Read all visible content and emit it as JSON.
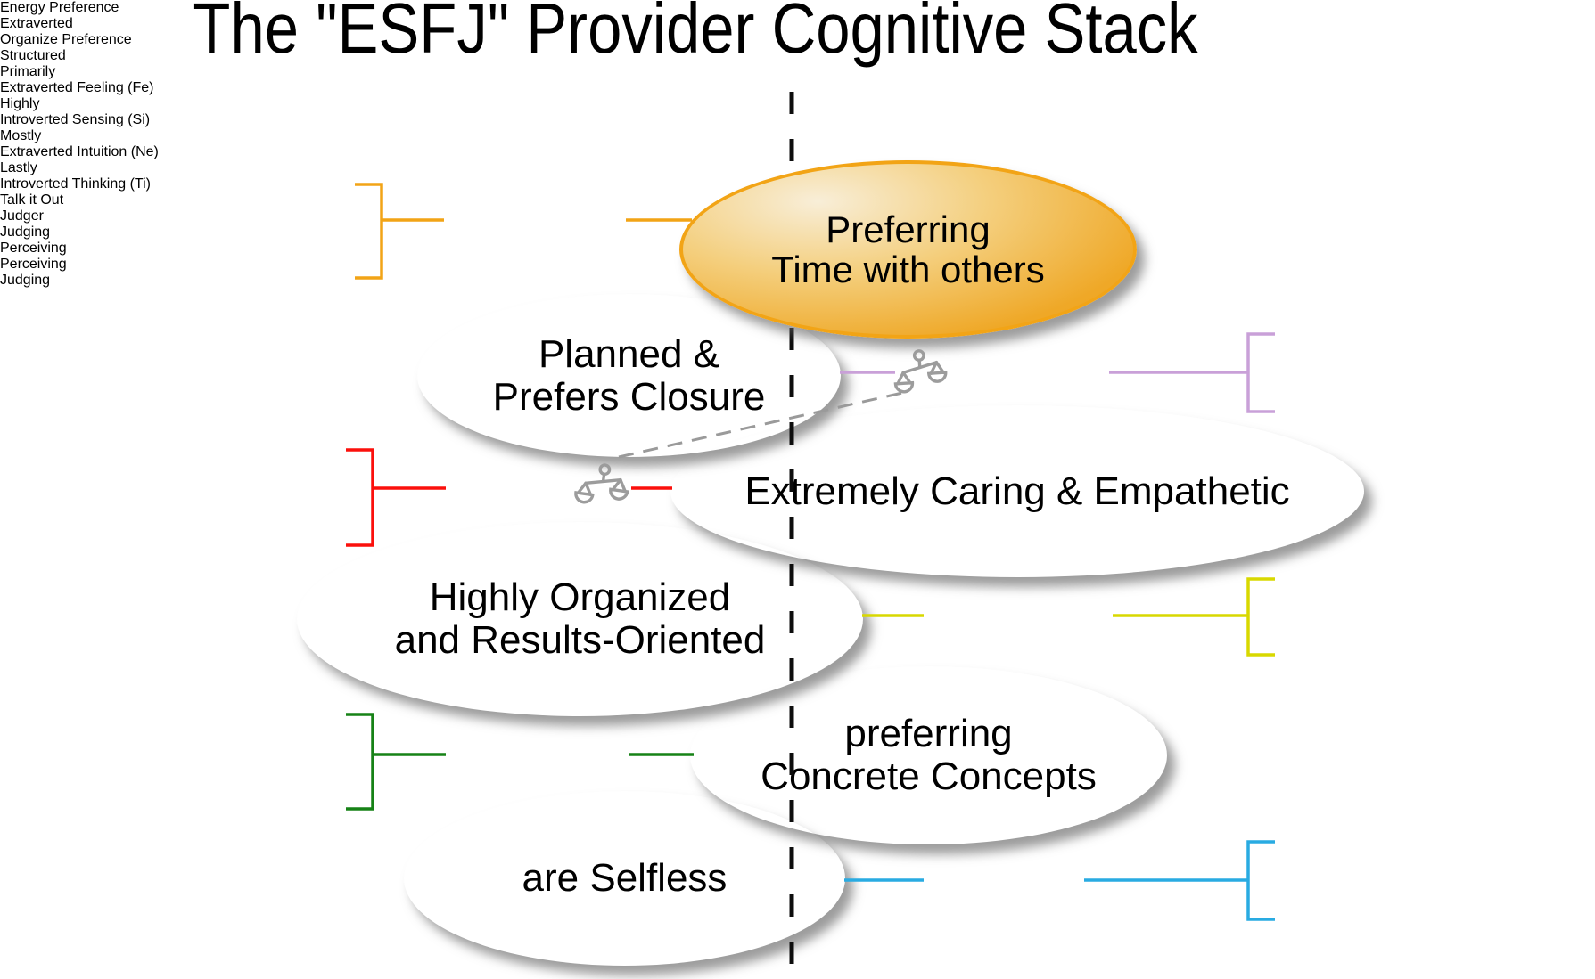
{
  "title": "The \"ESFJ\" Provider Cognitive Stack",
  "colors": {
    "background": "#ffffff",
    "axis_dash": "#0d0d0d",
    "gray_text": "#a2a2a2",
    "gray_serif_text": "#8d8d8d",
    "dashed_connector": "#9a9a9a",
    "orange": "#f2a416",
    "purple": "#ba86ce",
    "red": "#fb100c",
    "yellow": "#d8d800",
    "green": "#168216",
    "blue": "#29abe2"
  },
  "stack": [
    {
      "name": "energy-preference",
      "bubble_line1": "Preferring",
      "bubble_line2": "Time with others",
      "connector_label": "Talk it Out",
      "label_title": "Energy Preference",
      "label_subtitle": "Extraverted",
      "label_side": "left",
      "color": "#f2a416"
    },
    {
      "name": "organize-preference",
      "bubble_line1": "Planned &",
      "bubble_line2": "Prefers Closure",
      "connector_label": "Judger",
      "connector_icon": "scales-icon",
      "label_title": "Organize Preference",
      "label_subtitle": "Structured",
      "label_side": "right",
      "color": "#c9a0d8"
    },
    {
      "name": "dominant-fe",
      "bubble_line1": "Extremely Caring & Empathetic",
      "bubble_line2": "",
      "connector_label": "Judging",
      "connector_icon": "scales-icon",
      "label_title": "Primarily",
      "label_subtitle": "Extraverted Feeling (Fe)",
      "label_side": "left",
      "color": "#fb100c"
    },
    {
      "name": "auxiliary-si",
      "bubble_line1": "Highly Organized",
      "bubble_line2": "and Results-Oriented",
      "connector_label": "Perceiving",
      "label_title": "Highly",
      "label_subtitle": "Introverted Sensing (Si)",
      "label_side": "right",
      "color": "#d8d800"
    },
    {
      "name": "tertiary-ne",
      "bubble_line1": "preferring",
      "bubble_line2": "Concrete Concepts",
      "connector_label": "Perceiving",
      "label_title": "Mostly",
      "label_subtitle": "Extraverted Intuition (Ne)",
      "label_side": "left",
      "color": "#168216"
    },
    {
      "name": "inferior-ti",
      "bubble_line1": "are Selfless",
      "bubble_line2": "",
      "connector_label": "Judging",
      "label_title": "Lastly",
      "label_subtitle": "Introverted Thinking (Ti)",
      "label_side": "right",
      "color": "#29abe2"
    }
  ]
}
